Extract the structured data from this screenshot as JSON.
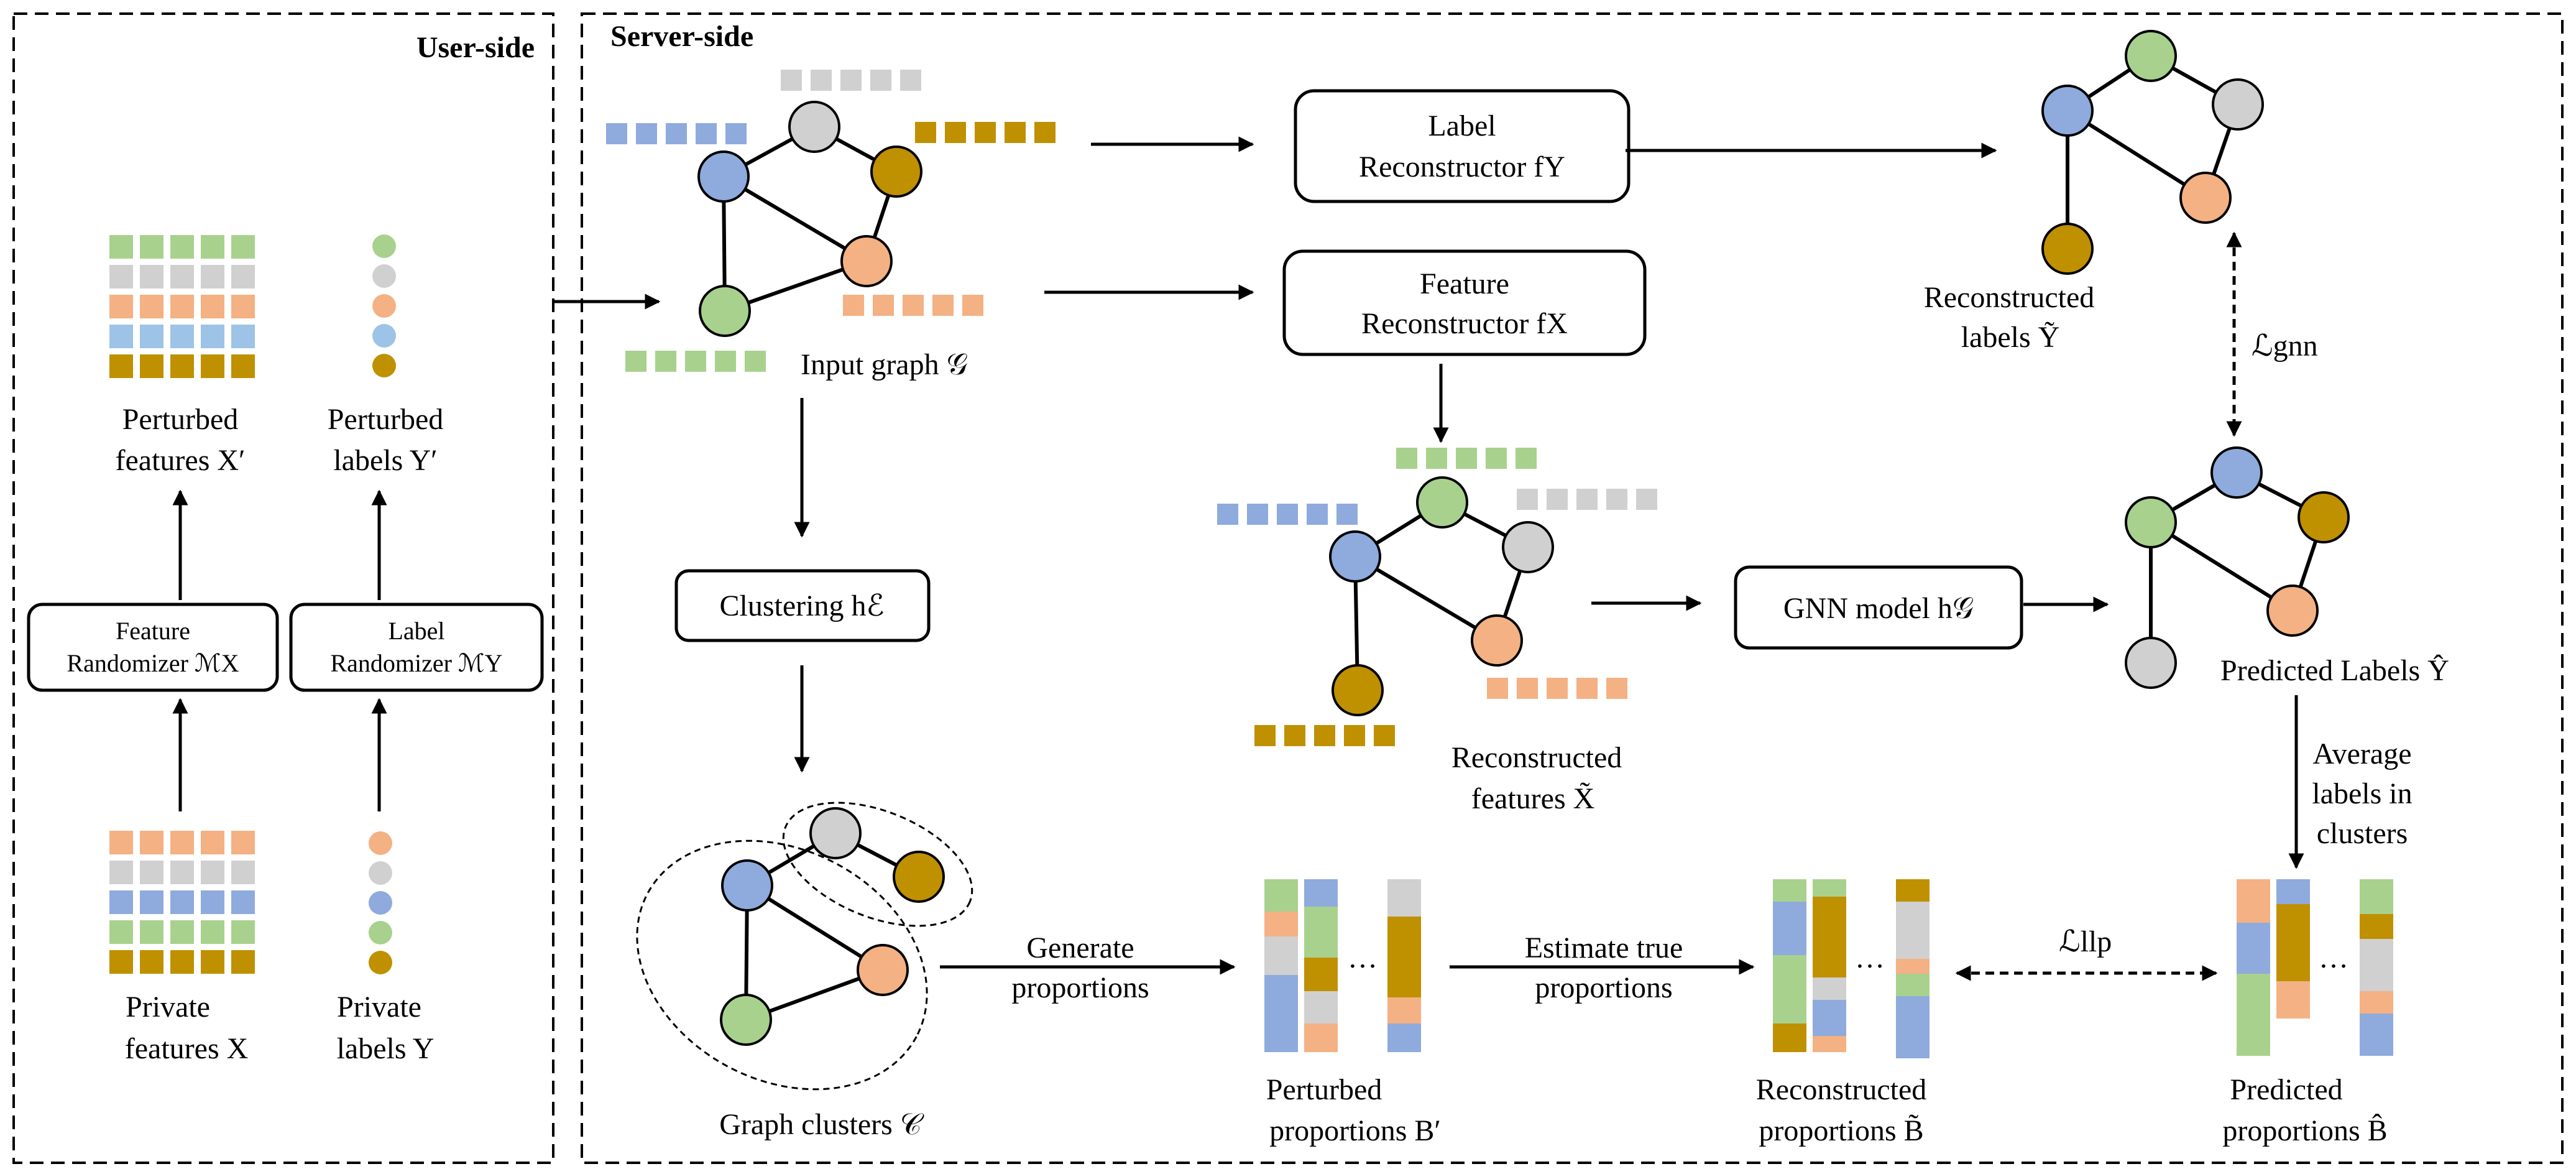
{
  "colors": {
    "blue": "#8FAADC",
    "green": "#A9D18E",
    "gray": "#D0D0D0",
    "gold": "#BF9000",
    "salmon": "#F4B183",
    "lightblue": "#9DC3E6"
  },
  "panels": {
    "user_title": "User-side",
    "server_title": "Server-side"
  },
  "user": {
    "perturbed_features": [
      "Perturbed",
      "features X′"
    ],
    "perturbed_labels": [
      "Perturbed",
      "labels Y′"
    ],
    "feature_randomizer": [
      "Feature",
      "Randomizer ℳX"
    ],
    "label_randomizer": [
      "Label",
      "Randomizer ℳY"
    ],
    "private_features": [
      "Private",
      "features X"
    ],
    "private_labels": [
      "Private",
      "labels Y"
    ]
  },
  "server": {
    "input_graph": "Input graph 𝒢",
    "label_reconstructor": [
      "Label",
      "Reconstructor fY"
    ],
    "feature_reconstructor": [
      "Feature",
      "Reconstructor fX"
    ],
    "reconstructed_labels": [
      "Reconstructed",
      "labels Ỹ"
    ],
    "loss_gnn": "ℒgnn",
    "clustering": "Clustering hℰ",
    "reconstructed_features": [
      "Reconstructed",
      "features X̃"
    ],
    "gnn_model": "GNN model h𝒢",
    "predicted_labels": "Predicted Labels Ŷ",
    "average_labels": [
      "Average",
      "labels in",
      "clusters"
    ],
    "graph_clusters": "Graph clusters 𝒞",
    "generate_proportions": [
      "Generate",
      "proportions"
    ],
    "estimate_true": [
      "Estimate true",
      "proportions"
    ],
    "loss_llp": "ℒllp",
    "perturbed_proportions": [
      "Perturbed",
      "proportions B′"
    ],
    "reconstructed_proportions": [
      "Reconstructed",
      "proportions B̃"
    ],
    "predicted_proportions": [
      "Predicted",
      "proportions B̂"
    ],
    "ellipsis": "…"
  }
}
